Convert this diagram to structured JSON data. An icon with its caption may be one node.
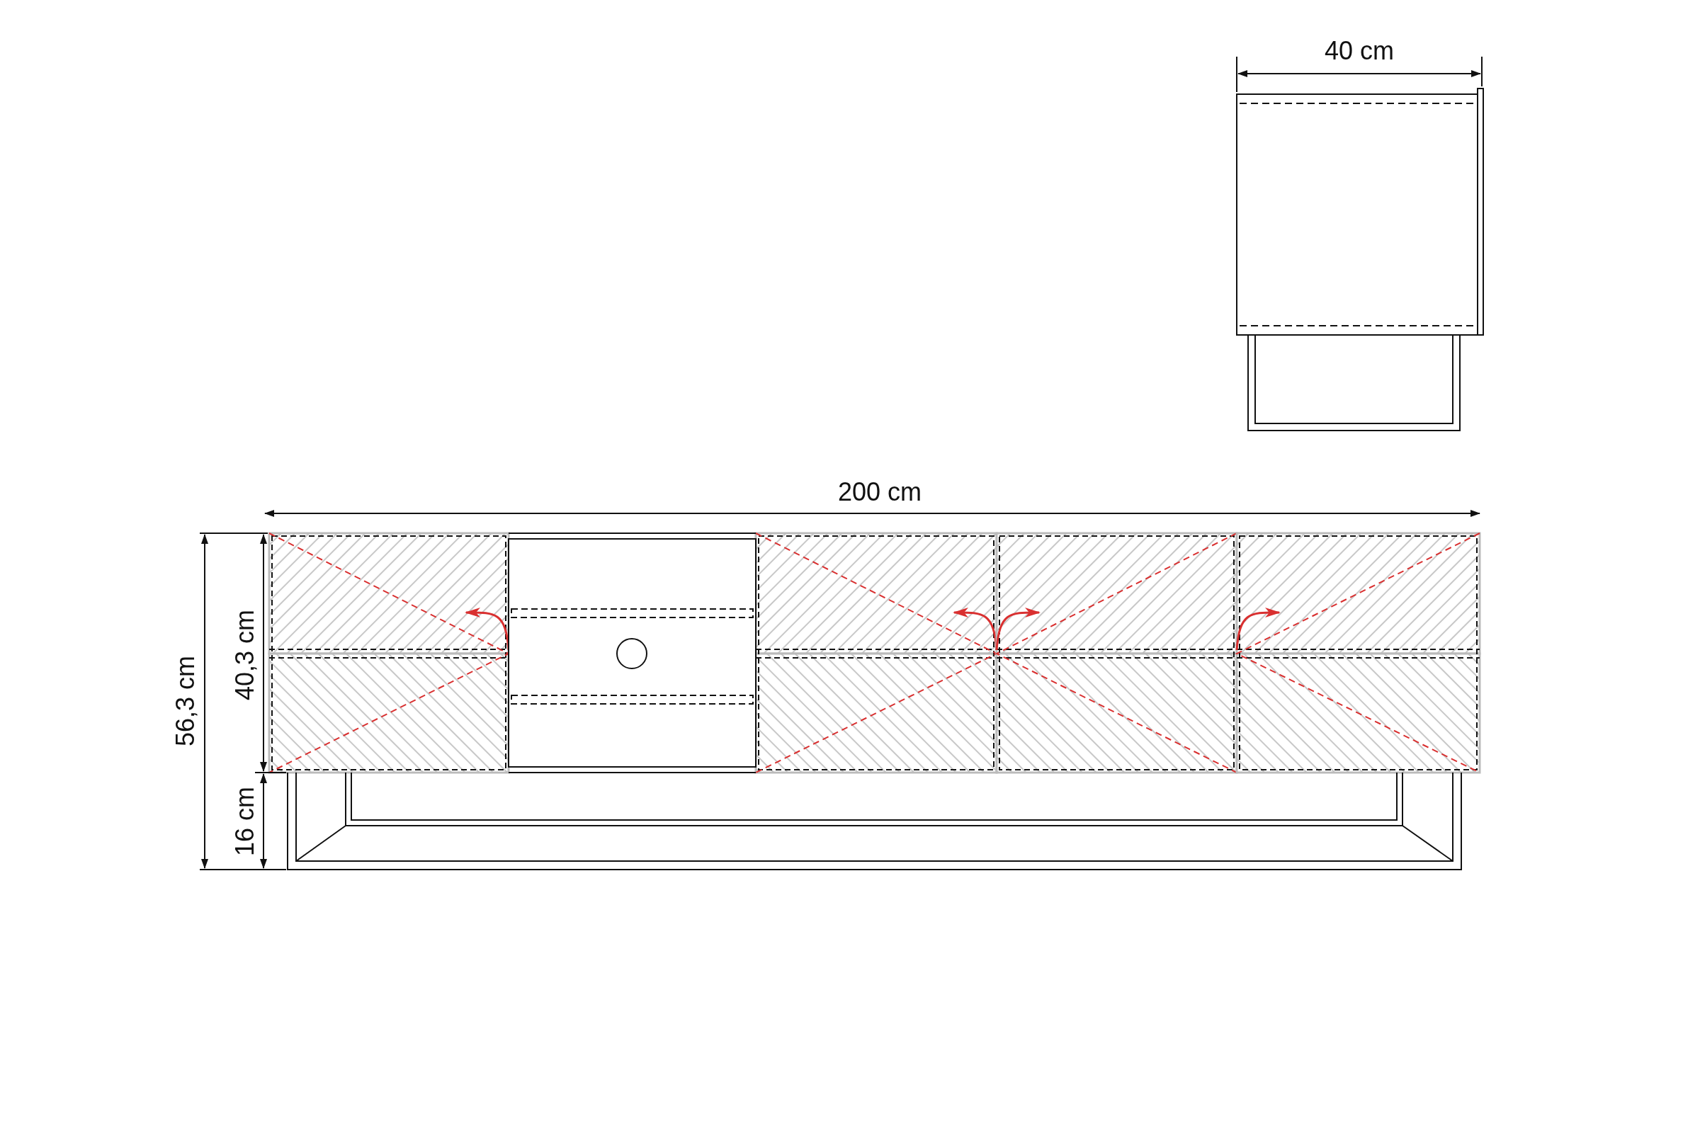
{
  "diagram": {
    "labels": [
      "40 cm",
      "200 cm",
      "56,3 cm",
      "40,3 cm",
      "16 cm"
    ]
  }
}
